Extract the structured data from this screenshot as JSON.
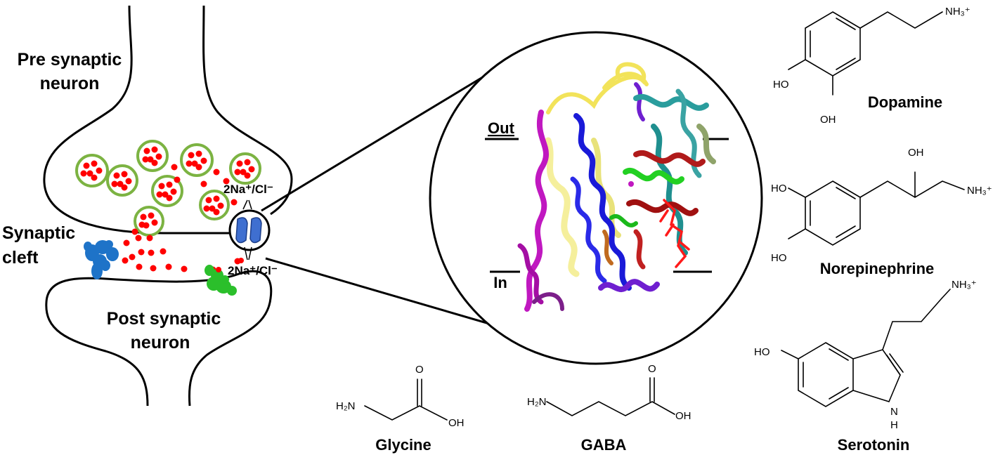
{
  "synapse": {
    "pre_label_line1": "Pre synaptic",
    "pre_label_line2": "neuron",
    "cleft_label_line1": "Synaptic",
    "cleft_label_line2": "cleft",
    "post_label_line1": "Post synaptic",
    "post_label_line2": "neuron",
    "ion_top": "2Na⁺/Cl⁻",
    "ion_bottom": "2Na⁺/Cl⁻"
  },
  "zoom": {
    "out_label": "Out",
    "in_label": "In"
  },
  "molecules": {
    "dopamine": {
      "name": "Dopamine",
      "amine": "NH₃⁺",
      "oh1": "HO",
      "oh2": "OH"
    },
    "norepinephrine": {
      "name": "Norepinephrine",
      "amine": "NH₃⁺",
      "oh_side": "OH",
      "oh1": "HO",
      "oh2": "HO"
    },
    "serotonin": {
      "name": "Serotonin",
      "amine": "NH₃⁺",
      "oh": "HO",
      "nh": "N",
      "h": "H"
    },
    "glycine": {
      "name": "Glycine",
      "amine": "H₂N",
      "o": "O",
      "oh": "OH"
    },
    "gaba": {
      "name": "GABA",
      "amine": "H₂N",
      "o": "O",
      "oh": "OH"
    }
  },
  "colors": {
    "vesicle_ring": "#7cb342",
    "neurotransmitter": "#ff0000",
    "transporter": "#3f6fd0",
    "receptor_blue": "#1e73c8",
    "receptor_green": "#2bbf2b"
  }
}
